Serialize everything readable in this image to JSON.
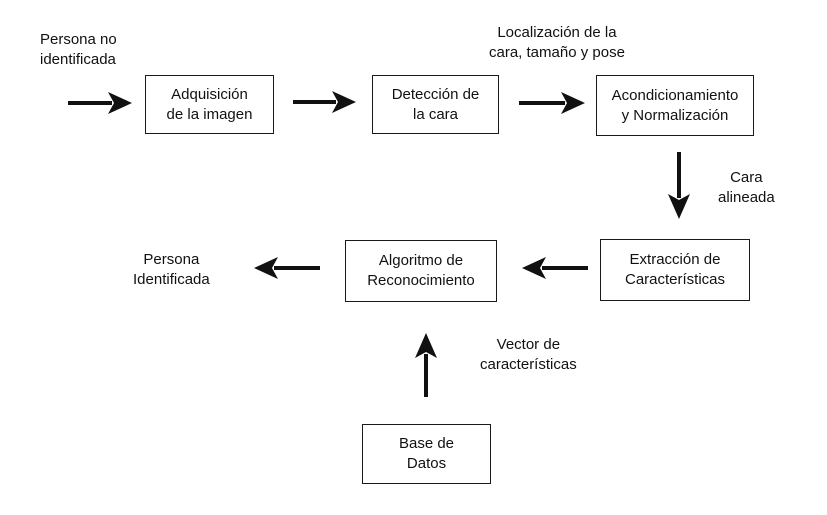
{
  "boxes": {
    "acquisition": [
      "Adquisición",
      "de la imagen"
    ],
    "detection": [
      "Detección de",
      "la cara"
    ],
    "conditioning": [
      "Acondicionamiento",
      "y Normalización"
    ],
    "extraction": [
      "Extracción de",
      "Características"
    ],
    "algorithm": [
      "Algoritmo de",
      "Reconocimiento"
    ],
    "database": [
      "Base de",
      "Datos"
    ]
  },
  "labels": {
    "input": [
      "Persona no",
      "identificada"
    ],
    "output": [
      "Persona",
      "Identificada"
    ],
    "localization": [
      "Localización de la",
      "cara, tamaño y pose"
    ],
    "aligned": [
      "Cara",
      "alineada"
    ],
    "features": [
      "Vector de",
      "características"
    ]
  },
  "colors": {
    "stroke": "#1a1a1a",
    "background": "#ffffff"
  }
}
